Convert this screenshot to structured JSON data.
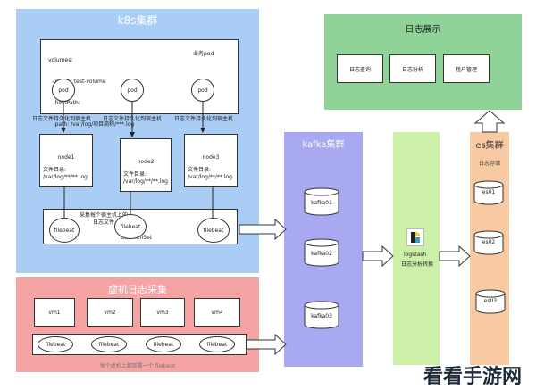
{
  "k8s": {
    "title": "k8s集群",
    "pod_config": {
      "lines": [
        "volumes:",
        "  - name: test-volume",
        "    hostPath:",
        "    path: /var/log/项目简称/***.log"
      ],
      "label": "业务pod"
    },
    "pods": [
      "pod",
      "pod",
      "pod"
    ],
    "persist_label": "日志文件持久化到宿主机",
    "nodes": [
      {
        "name": "node1",
        "dir_label": "文件目录:",
        "dir_path": "/var/log/**/**.log"
      },
      {
        "name": "node2",
        "dir_label": "文件目录:",
        "dir_path": "/var/log/**/**.log"
      },
      {
        "name": "node3",
        "dir_label": "文件目录:",
        "dir_path": "/var/log/**/**.log"
      }
    ],
    "daemonset": {
      "note_line1": "采集每个宿主机上的",
      "note_line2": "日志文件",
      "label": "DaemonSet",
      "filebeats": [
        "filebeat",
        "filebeat",
        "filebeat"
      ]
    }
  },
  "vm": {
    "title": "虚机日志采集",
    "vms": [
      "vm1",
      "vm2",
      "vm3",
      "vm4"
    ],
    "filebeats": [
      "filebeat",
      "filebeat",
      "filebeat",
      "filebeat"
    ],
    "footer": "每个虚机上都部署一个 filebeat"
  },
  "kafka": {
    "title": "kafka集群",
    "nodes": [
      "kafka01",
      "kafka02",
      "kafka03"
    ]
  },
  "logstash": {
    "name": "logstash",
    "desc": "日志分析转换"
  },
  "es": {
    "title": "es集群",
    "subtitle": "日志存储",
    "nodes": [
      "es01",
      "es02",
      "es03"
    ]
  },
  "display": {
    "title": "日志展示",
    "items": [
      "日志查询",
      "日志分析",
      "租户管理"
    ]
  },
  "watermark": "看看手游网",
  "colors": {
    "k8s_bg": "#a9cdf4",
    "vm_bg": "#f5a3a3",
    "kafka_bg": "#a9a9f2",
    "logstash_bg": "#ccf0a8",
    "es_bg": "#f8caa2",
    "display_bg": "#8fd399"
  }
}
